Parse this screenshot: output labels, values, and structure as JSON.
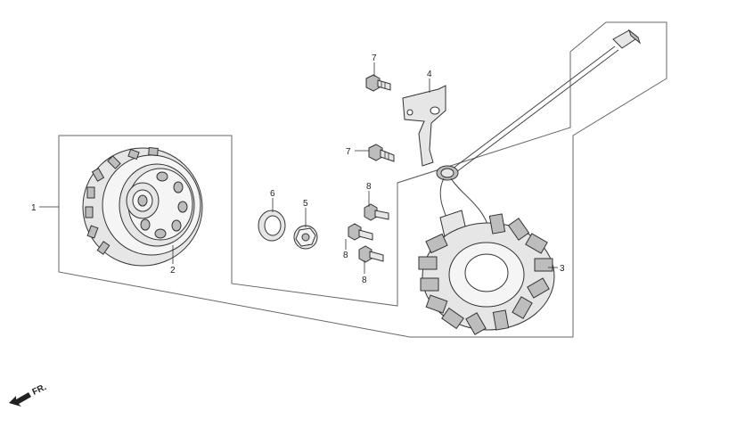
{
  "diagram": {
    "callouts": [
      {
        "id": "c1",
        "label": "1"
      },
      {
        "id": "c2",
        "label": "2"
      },
      {
        "id": "c3",
        "label": "3"
      },
      {
        "id": "c4",
        "label": "4"
      },
      {
        "id": "c5",
        "label": "5"
      },
      {
        "id": "c6",
        "label": "6"
      },
      {
        "id": "c7a",
        "label": "7"
      },
      {
        "id": "c7b",
        "label": "7"
      },
      {
        "id": "c8a",
        "label": "8"
      },
      {
        "id": "c8b",
        "label": "8"
      },
      {
        "id": "c8c",
        "label": "8"
      }
    ],
    "direction": {
      "label": "FR."
    }
  }
}
